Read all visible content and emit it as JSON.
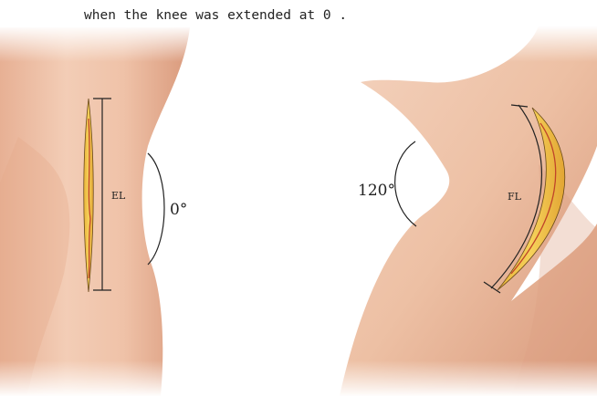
{
  "caption": "when the knee was extended at 0 .",
  "panels": {
    "extended": {
      "length_label": "EL",
      "angle_label": "0°"
    },
    "flexed": {
      "length_label": "FL",
      "angle_label": "120°"
    }
  },
  "colors": {
    "skin_light": "#f6d8c4",
    "skin_mid": "#eab799",
    "skin_dark": "#d99c80",
    "incision_yellow": "#f2c64a",
    "incision_red": "#c0442a",
    "line": "#222222"
  }
}
